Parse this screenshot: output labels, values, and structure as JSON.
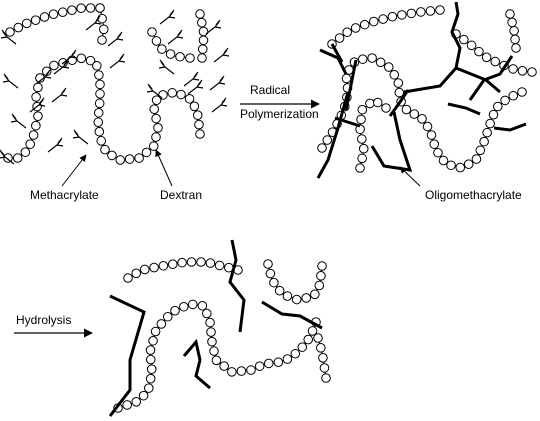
{
  "labels": {
    "methacrylate": "Methacrylate",
    "dextran": "Dextran",
    "oligomethacrylate": "Oligomethacrylate",
    "radical": "Radical",
    "polymerization": "Polymerization",
    "hydrolysis": "Hydrolysis"
  },
  "panels": [
    {
      "name": "dextran-methacrylate",
      "stage": "before"
    },
    {
      "name": "crosslinked-network",
      "stage": "after polymerization"
    },
    {
      "name": "hydrolyzed-products",
      "stage": "after hydrolysis"
    }
  ]
}
